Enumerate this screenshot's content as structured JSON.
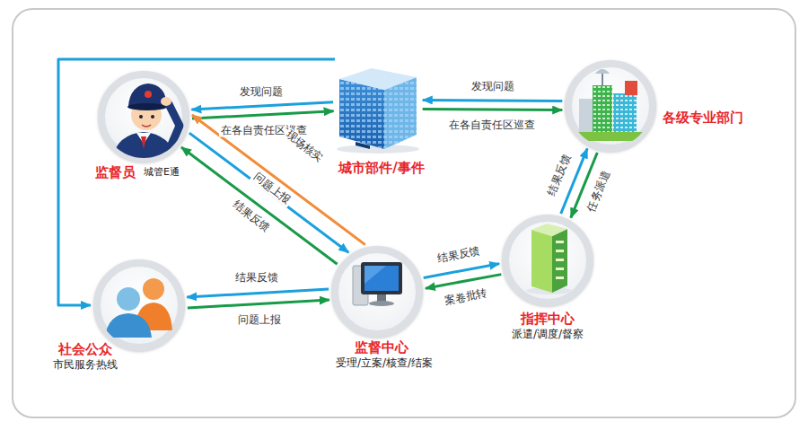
{
  "diagram": {
    "nodes": [
      {
        "text": [
          "监督员"
        ]
      },
      {
        "text": [
          "城市部件/事件"
        ]
      },
      {
        "text": [
          "各级专业部门"
        ]
      },
      {
        "text": [
          "社会公众",
          "市民服务热线"
        ]
      },
      {
        "text": [
          "监督中心",
          "受理/立案/核查/结案"
        ]
      },
      {
        "text": [
          "指挥中心",
          "派遣/调度/督察"
        ]
      }
    ],
    "edges": [
      {
        "from": 1,
        "to": 0,
        "label": "发现问题",
        "arrow": "to"
      },
      {
        "from": 0,
        "to": 1,
        "label": "在各自责任区巡查",
        "arrow": "to"
      },
      {
        "from": 2,
        "to": 1,
        "label": "发现问题",
        "arrow": "to"
      },
      {
        "from": 1,
        "to": 2,
        "label": "在各自责任区巡查",
        "arrow": "to"
      },
      {
        "from": 1,
        "to": 3,
        "arrow": "to"
      },
      {
        "from": 4,
        "to": 0,
        "label": "现场核实",
        "arrow": "to"
      },
      {
        "from": 0,
        "to": 4,
        "label": "问题上报",
        "arrow": "to"
      },
      {
        "from": 4,
        "to": 0,
        "label": "结果反馈",
        "arrow": "to"
      },
      {
        "from": 4,
        "to": 3,
        "label": "结果反馈",
        "arrow": "to"
      },
      {
        "from": 3,
        "to": 4,
        "label": "问题上报",
        "arrow": "to"
      },
      {
        "from": 4,
        "to": 5,
        "label": "结果反馈",
        "arrow": "to"
      },
      {
        "from": 5,
        "to": 4,
        "label": "案卷批转",
        "arrow": "to"
      },
      {
        "from": 5,
        "to": 2,
        "label": "结果反馈",
        "arrow": "to"
      },
      {
        "from": 2,
        "to": 5,
        "label": "任务派遣",
        "arrow": "to"
      }
    ],
    "labels": [
      "城管E通"
    ]
  }
}
